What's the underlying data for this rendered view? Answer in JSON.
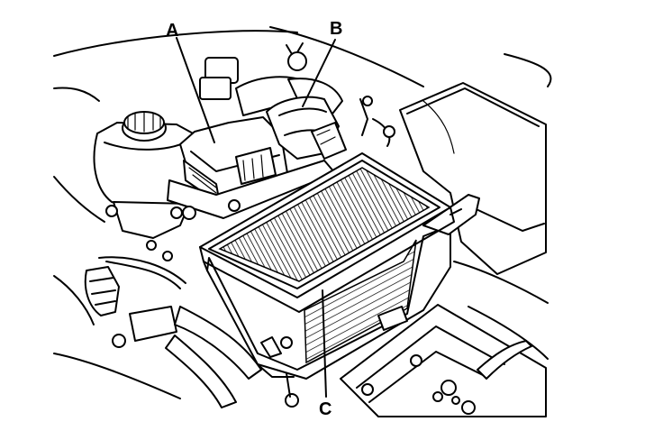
{
  "labels": {
    "a": "A",
    "b": "B",
    "c": "C"
  },
  "colors": {
    "line": "#000000",
    "background": "#ffffff"
  }
}
